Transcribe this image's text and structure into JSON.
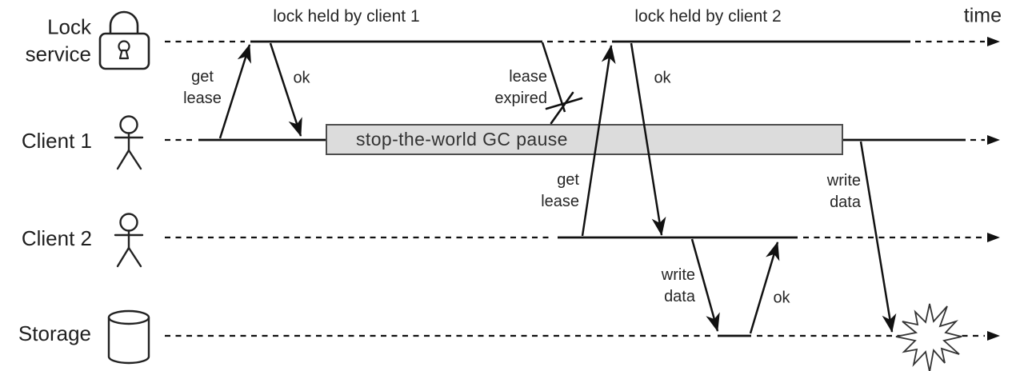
{
  "diagram": {
    "lanes": [
      {
        "label": "Lock\nservice",
        "icon": "padlock-icon"
      },
      {
        "label": "Client 1",
        "icon": "person-icon"
      },
      {
        "label": "Client 2",
        "icon": "person-icon"
      },
      {
        "label": "Storage",
        "icon": "database-icon"
      }
    ],
    "annotations": {
      "lock_held_1": "lock held by client 1",
      "lock_held_2": "lock held by client 2",
      "time_axis": "time",
      "gc_pause": "stop-the-world GC pause"
    },
    "messages": {
      "get_lease_1": "get\nlease",
      "ok_1": "ok",
      "lease_expired": "lease\nexpired",
      "get_lease_2": "get\nlease",
      "ok_2": "ok",
      "write_data_c2": "write\ndata",
      "ok_storage": "ok",
      "write_data_c1": "write\ndata"
    },
    "colors": {
      "line": "#111111",
      "text": "#262626",
      "gc_box_fill": "#dcdcdc",
      "gc_box_border": "#4d4d4d"
    }
  }
}
